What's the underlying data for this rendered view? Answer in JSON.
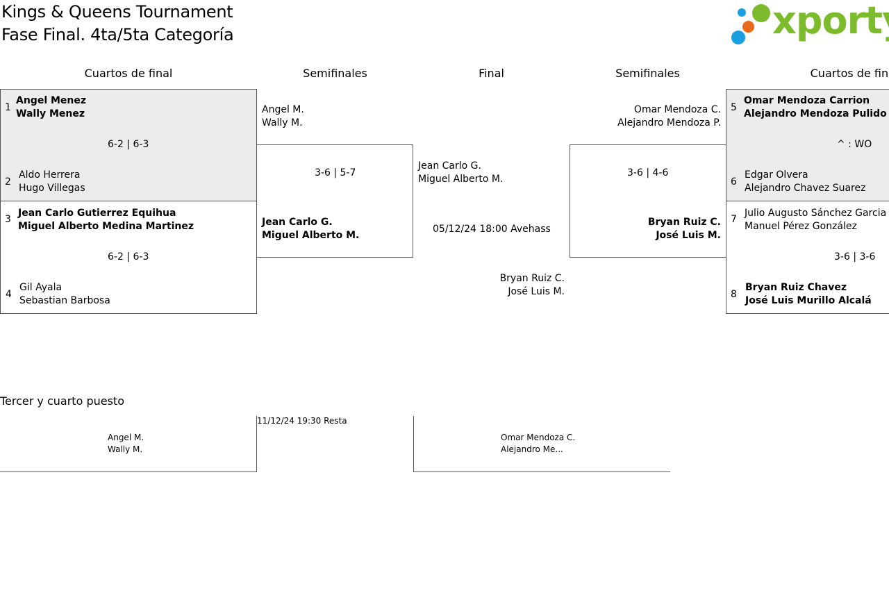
{
  "header": {
    "title_line1": "Kings & Queens Tournament",
    "title_line2": "Fase Final. 4ta/5ta Categoría",
    "logo_text": "xporty"
  },
  "columns": {
    "qf_left": "Cuartos de final",
    "sf_left": "Semifinales",
    "final": "Final",
    "sf_right": "Semifinales",
    "qf_right": "Cuartos de final"
  },
  "qf_left": [
    {
      "top": {
        "seed": "1",
        "p1": "Angel Menez",
        "p2": "Wally Menez"
      },
      "score": "6-2 | 6-3",
      "bottom": {
        "seed": "2",
        "p1": "Aldo Herrera",
        "p2": "Hugo Villegas"
      }
    },
    {
      "top": {
        "seed": "3",
        "p1": "Jean Carlo Gutierrez Equihua",
        "p2": "Miguel Alberto Medina Martinez"
      },
      "score": "6-2 | 6-3",
      "bottom": {
        "seed": "4",
        "p1": "Gil Ayala",
        "p2": "Sebastian Barbosa"
      }
    }
  ],
  "sf_left": {
    "top": {
      "p1": "Angel M.",
      "p2": "Wally M."
    },
    "score": "3-6 | 5-7",
    "bottom": {
      "p1": "Jean Carlo G.",
      "p2": "Miguel Alberto M."
    }
  },
  "final": {
    "top": {
      "p1": "Jean Carlo G.",
      "p2": "Miguel Alberto M."
    },
    "info": "05/12/24 18:00 Avehass",
    "bottom": {
      "p1": "Bryan Ruiz C.",
      "p2": "José Luis M."
    }
  },
  "sf_right": {
    "top": {
      "p1": "Omar Mendoza C.",
      "p2": "Alejandro Mendoza P."
    },
    "score": "3-6 | 4-6",
    "bottom": {
      "p1": "Bryan Ruiz C.",
      "p2": "José Luis M."
    }
  },
  "qf_right": [
    {
      "top": {
        "seed": "5",
        "p1": "Omar Mendoza Carrion",
        "p2": "Alejandro Mendoza Pulido"
      },
      "score": "^ : WO",
      "bottom": {
        "seed": "6",
        "p1": "Edgar Olvera",
        "p2": "Alejandro Chavez Suarez"
      }
    },
    {
      "top": {
        "seed": "7",
        "p1": "Julio Augusto Sánchez Garcia",
        "p2": "Manuel Pérez González"
      },
      "score": "3-6 | 3-6",
      "bottom": {
        "seed": "8",
        "p1": "Bryan Ruiz Chavez",
        "p2": "José Luis Murillo Alcalá"
      }
    }
  ],
  "third_place": {
    "title": "Tercer y cuarto puesto",
    "info": "11/12/24 19:30 Resta",
    "left": {
      "p1": "Angel M.",
      "p2": "Wally M."
    },
    "right": {
      "p1": "Omar Mendoza C.",
      "p2": "Alejandro Me..."
    }
  },
  "colors": {
    "logo_green": "#7cbc2c",
    "logo_blue": "#1a9fe0",
    "logo_orange": "#e86a1a",
    "winner_bg": "#ececec"
  }
}
